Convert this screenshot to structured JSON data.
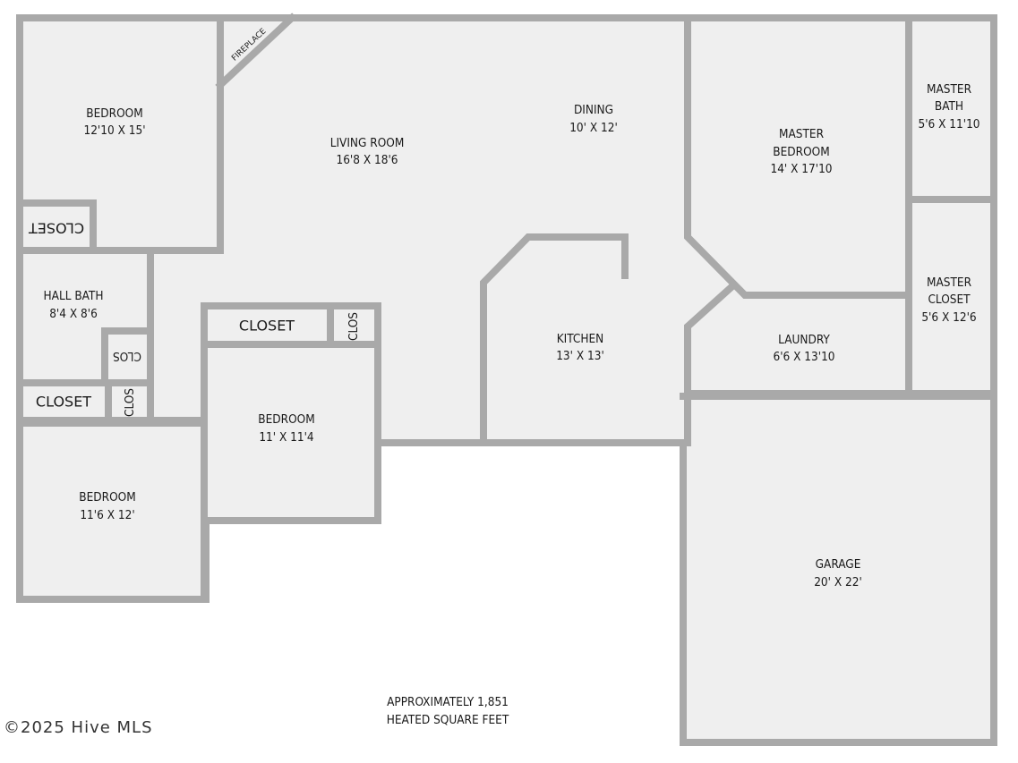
{
  "rooms": {
    "bedroom_nw": {
      "name": "BEDROOM",
      "size": "12'10 X 15'"
    },
    "living": {
      "name": "LIVING ROOM",
      "size": "16'8 X 18'6"
    },
    "dining": {
      "name": "DINING",
      "size": "10' X 12'"
    },
    "master_bedroom": {
      "name1": "MASTER",
      "name2": "BEDROOM",
      "size": "14' X 17'10"
    },
    "master_bath": {
      "name1": "MASTER",
      "name2": "BATH",
      "size": "5'6 X 11'10"
    },
    "master_closet": {
      "name1": "MASTER",
      "name2": "CLOSET",
      "size": "5'6 X 12'6"
    },
    "hall_bath": {
      "name": "HALL BATH",
      "size": "8'4 X 8'6"
    },
    "kitchen": {
      "name": "KITCHEN",
      "size": "13' X 13'"
    },
    "laundry": {
      "name": "LAUNDRY",
      "size": "6'6 X 13'10"
    },
    "bedroom_mid": {
      "name": "BEDROOM",
      "size": "11' X 11'4"
    },
    "bedroom_sw": {
      "name": "BEDROOM",
      "size": "11'6 X 12'"
    },
    "garage": {
      "name": "GARAGE",
      "size": "20' X 22'"
    }
  },
  "closets": {
    "closet_nw": "CLOSET",
    "closet_mid": "CLOSET",
    "clos_mid": "CLOS",
    "clos_bath": "CLOS",
    "closet_sw": "CLOSET",
    "clos_sw": "CLOS"
  },
  "fireplace": "FIREPLACE",
  "note": {
    "line1": "APPROXIMATELY 1,851",
    "line2": "HEATED SQUARE FEET"
  },
  "copyright": "©2025 Hive MLS",
  "colors": {
    "wall": "#a9a9a9",
    "floor": "#efefef",
    "text": "#1a1a1a"
  }
}
